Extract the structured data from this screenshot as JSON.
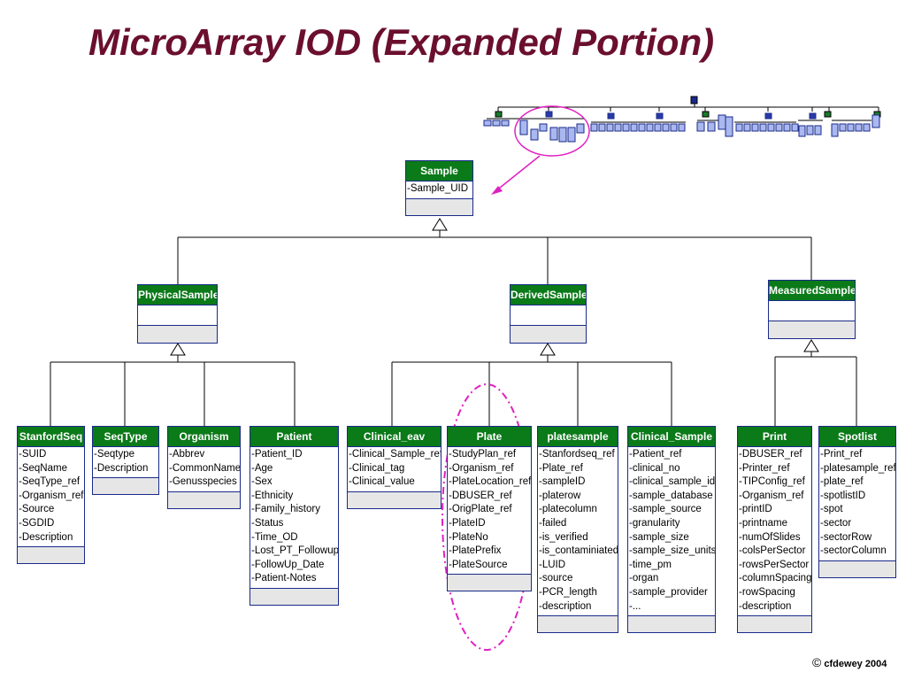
{
  "title": "MicroArray IOD (Expanded Portion)",
  "copyright": {
    "symbol": "©",
    "text": "cfdewey 2004"
  },
  "classes": {
    "sample": {
      "name": "Sample",
      "attrs": [
        "-Sample_UID"
      ]
    },
    "physical_sample": {
      "name": "PhysicalSample",
      "attrs": []
    },
    "derived_sample": {
      "name": "DerivedSample",
      "attrs": []
    },
    "measured_sample": {
      "name": "MeasuredSample",
      "attrs": []
    },
    "stanfordseq": {
      "name": "StanfordSeq",
      "attrs": [
        "-SUID",
        "-SeqName",
        "-SeqType_ref",
        "-Organism_ref",
        "-Source",
        "-SGDID",
        "-Description"
      ]
    },
    "seqtype": {
      "name": "SeqType",
      "attrs": [
        "-Seqtype",
        "-Description"
      ]
    },
    "organism": {
      "name": "Organism",
      "attrs": [
        "-Abbrev",
        "-CommonName",
        "-Genusspecies"
      ]
    },
    "patient": {
      "name": "Patient",
      "attrs": [
        "-Patient_ID",
        "-Age",
        "-Sex",
        "-Ethnicity",
        "-Family_history",
        "-Status",
        "-Time_OD",
        "-Lost_PT_Followup",
        "-FollowUp_Date",
        "-Patient-Notes"
      ]
    },
    "clinical_eav": {
      "name": "Clinical_eav",
      "attrs": [
        "-Clinical_Sample_ref",
        "-Clinical_tag",
        "-Clinical_value"
      ]
    },
    "plate": {
      "name": "Plate",
      "attrs": [
        "-StudyPlan_ref",
        "-Organism_ref",
        "-PlateLocation_ref",
        "-DBUSER_ref",
        "-OrigPlate_ref",
        "-PlateID",
        "-PlateNo",
        "-PlatePrefix",
        "-PlateSource"
      ]
    },
    "platesample": {
      "name": "platesample",
      "attrs": [
        "-Stanfordseq_ref",
        "-Plate_ref",
        "-sampleID",
        "-platerow",
        "-platecolumn",
        "-failed",
        "-is_verified",
        "-is_contaminiated",
        "-LUID",
        "-source",
        "-PCR_length",
        "-description"
      ]
    },
    "clinical_sample": {
      "name": "Clinical_Sample",
      "attrs": [
        "-Patient_ref",
        "-clinical_no",
        "-clinical_sample_id",
        "-sample_database",
        "-sample_source",
        "-granularity",
        "-sample_size",
        "-sample_size_units",
        "-time_pm",
        "-organ",
        "-sample_provider",
        "-..."
      ]
    },
    "print": {
      "name": "Print",
      "attrs": [
        "-DBUSER_ref",
        "-Printer_ref",
        "-TIPConfig_ref",
        "-Organism_ref",
        "-printID",
        "-printname",
        "-numOfSlides",
        "-colsPerSector",
        "-rowsPerSector",
        "-columnSpacing",
        "-rowSpacing",
        "-description"
      ]
    },
    "spotlist": {
      "name": "Spotlist",
      "attrs": [
        "-Print_ref",
        "-platesample_ref",
        "-plate_ref",
        "-spotlistID",
        "-spot",
        "-sector",
        "-sectorRow",
        "-sectorColumn"
      ]
    }
  },
  "colors": {
    "title": "#6b0f2e",
    "header_bg": "#0b7a19",
    "border": "#1a2a8a",
    "highlight": "#e020c0"
  }
}
